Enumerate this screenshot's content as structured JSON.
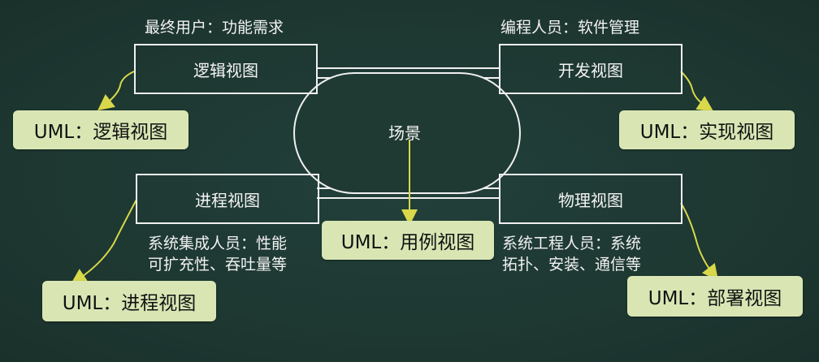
{
  "captions": {
    "logical_role": "最终用户：功能需求",
    "dev_role": "编程人员：软件管理",
    "process_role_line1": "系统集成人员：性能",
    "process_role_line2": "可扩充性、吞吐量等",
    "physical_role_line1": "系统工程人员：系统",
    "physical_role_line2": "拓扑、安装、通信等"
  },
  "views": {
    "logical": "逻辑视图",
    "development": "开发视图",
    "process": "进程视图",
    "physical": "物理视图",
    "scenario": "场景"
  },
  "uml": {
    "logical": "UML：逻辑视图",
    "implementation": "UML：实现视图",
    "usecase": "UML：用例视图",
    "process": "UML：进程视图",
    "deployment": "UML：部署视图"
  },
  "colors": {
    "background": "#1f3a32",
    "line": "#f0f0f0",
    "uml_fill": "#d9e6b4",
    "arrow": "#d8d84a"
  }
}
